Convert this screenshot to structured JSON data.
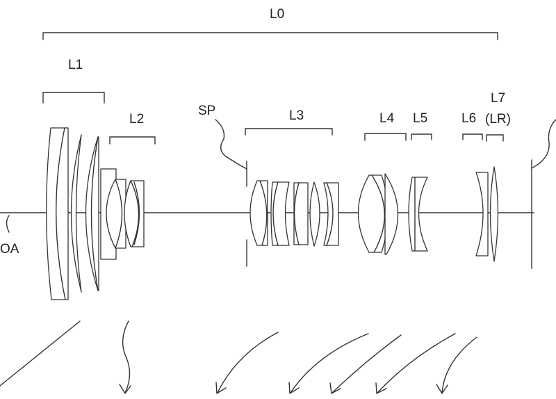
{
  "labels": {
    "overall": "L0",
    "group1": "L1",
    "group2": "L2",
    "stop": "SP",
    "group3": "L3",
    "group4": "L4",
    "group5": "L5",
    "group6": "L6",
    "group7": "L7",
    "group7_alias": "(LR)",
    "optical_axis": "OA"
  },
  "colors": {
    "line": "#333333",
    "background": "#ffffff"
  }
}
